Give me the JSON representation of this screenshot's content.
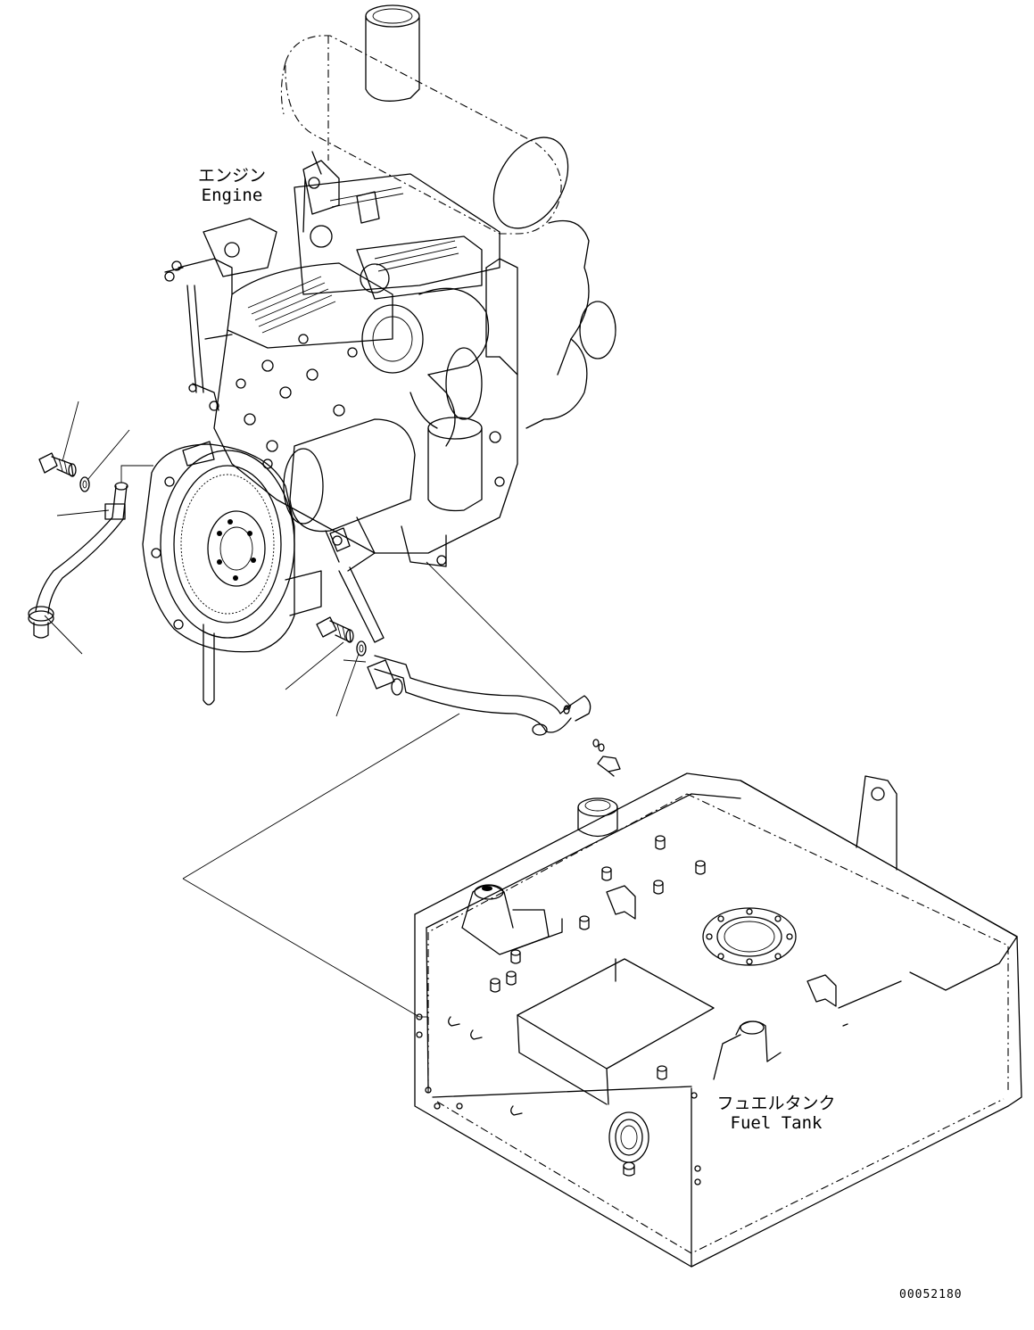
{
  "labels": {
    "engine": {
      "jp": "エンジン",
      "en": "Engine"
    },
    "fuel_tank": {
      "jp": "フュエルタンク",
      "en": "Fuel Tank"
    }
  },
  "drawing_number": "00052180",
  "colors": {
    "line": "#000000",
    "background": "#ffffff"
  }
}
